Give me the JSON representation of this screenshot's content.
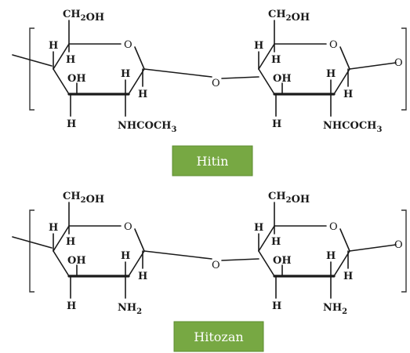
{
  "structures": [
    {
      "name": "Hitin",
      "ring1": {
        "ch2oh": "CH2OH",
        "h_left": "H",
        "h_top": "H",
        "oh": "OH",
        "h_right": "H",
        "h_ring": "H",
        "h_bottom": "H",
        "substituent": "NHCOCH3"
      },
      "bridge_o": "O",
      "ring2": {
        "ch2oh": "CH2OH",
        "h_left": "H",
        "h_top": "H",
        "oh": "OH",
        "h_right": "H",
        "h_ring": "H",
        "h_bottom": "H",
        "substituent": "NHCOCH3"
      }
    },
    {
      "name": "Hitozan",
      "ring1": {
        "ch2oh": "CH2OH",
        "h_left": "H",
        "h_top": "H",
        "oh": "OH",
        "h_right": "H",
        "h_ring": "H",
        "h_bottom": "H",
        "substituent": "NH2"
      },
      "bridge_o": "O",
      "ring2": {
        "ch2oh": "CH2OH",
        "h_left": "H",
        "h_top": "H",
        "oh": "OH",
        "h_right": "H",
        "h_ring": "H",
        "h_bottom": "H",
        "substituent": "NH2"
      }
    }
  ],
  "ring_oxygen": "O",
  "colors": {
    "label_box": "#77a843",
    "label_text": "#ffffff",
    "bonds": "#1a1a1a"
  }
}
